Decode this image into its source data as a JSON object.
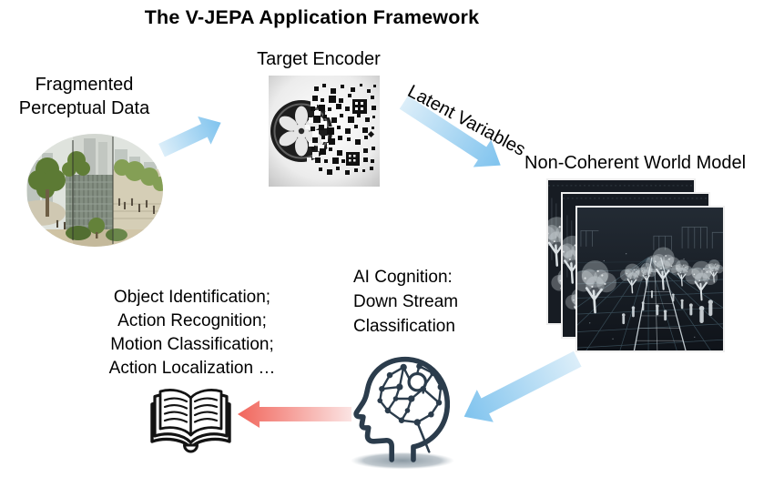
{
  "title": "The V-JEPA Application Framework",
  "labels": {
    "fragmented_line1": "Fragmented",
    "fragmented_line2": "Perceptual Data",
    "target_encoder": "Target Encoder",
    "latent_variables": "Latent Variables",
    "world_model": "Non-Coherent World Model",
    "cognition_line1": "AI Cognition:",
    "cognition_line2": "Down Stream",
    "cognition_line3": "Classification",
    "tasks_line1": "Object Identification;",
    "tasks_line2": "Action Recognition;",
    "tasks_line3": "Motion Classification;",
    "tasks_line4": "Action Localization …"
  },
  "icons": {
    "fragmented_image": "oval photo of fragmented urban scene",
    "target_encoder_image": "film reel dissolving into black patches",
    "world_model_image": "stack of three dark point-cloud scene frames",
    "cognition_icon": "head profile with neural network brain",
    "tasks_icon": "open book"
  },
  "colors": {
    "arrow_blue": "#7fc3ee",
    "arrow_blue_pale": "#dceef9",
    "arrow_red": "#f1655b",
    "arrow_red_pale": "#fbe4e3",
    "head_outline": "#2b3c4c",
    "background": "#ffffff"
  }
}
